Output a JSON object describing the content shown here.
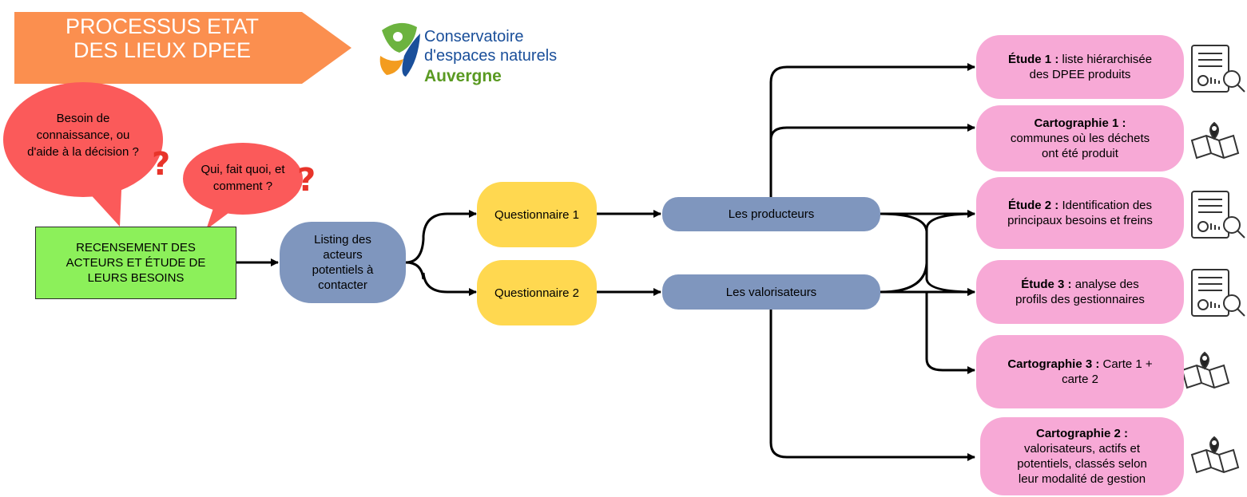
{
  "title": {
    "line1": "PROCESSUS ETAT",
    "line2": "DES LIEUX DPEE"
  },
  "logo": {
    "line1": "Conservatoire",
    "line2": "d'espaces naturels",
    "line3": "Auvergne"
  },
  "bubbles": {
    "b1": [
      "Besoin de",
      "connaissance, ou",
      "d'aide à la décision ?"
    ],
    "b2": [
      "Qui, fait quoi, et",
      "comment ?"
    ]
  },
  "qmark": "?",
  "start": [
    "RECENSEMENT DES",
    "ACTEURS ET ÉTUDE DE",
    "LEURS BESOINS"
  ],
  "listing": [
    "Listing des",
    "acteurs",
    "potentiels à",
    "contacter"
  ],
  "q1": "Questionnaire 1",
  "q2": "Questionnaire 2",
  "producteurs": "Les producteurs",
  "valorisateurs": "Les valorisateurs",
  "outputs": [
    {
      "bold": "Étude 1 :",
      "rest": " liste hiérarchisée",
      "line2": "des DPEE produits",
      "icon": "report-search-icon"
    },
    {
      "bold": "Cartographie 1 :",
      "line2": "communes où les déchets",
      "line3": "ont été produit",
      "icon": "map-pin-icon"
    },
    {
      "bold": "Étude 2 :",
      "rest": " Identification des",
      "line2": "principaux besoins et freins",
      "icon": "report-search-icon"
    },
    {
      "bold": "Étude 3 :",
      "rest": " analyse des",
      "line2": "profils des gestionnaires",
      "icon": "report-search-icon"
    },
    {
      "bold": "Cartographie 3 :",
      "rest": " Carte 1 +",
      "line2": "carte 2",
      "icon": "map-pin-icon"
    },
    {
      "bold": "Cartographie 2 :",
      "line2": "valorisateurs, actifs et",
      "line3": "potentiels, classés selon",
      "line4": "leur modalité de gestion",
      "icon": "map-pin-icon"
    }
  ],
  "colors": {
    "title": "#fb8f4f",
    "bubble": "#fb5a5a",
    "question": "#e8342a",
    "start": "#8cf05a",
    "blue": "#7f96be",
    "yellow": "#ffd850",
    "pink": "#f7a9d6"
  }
}
